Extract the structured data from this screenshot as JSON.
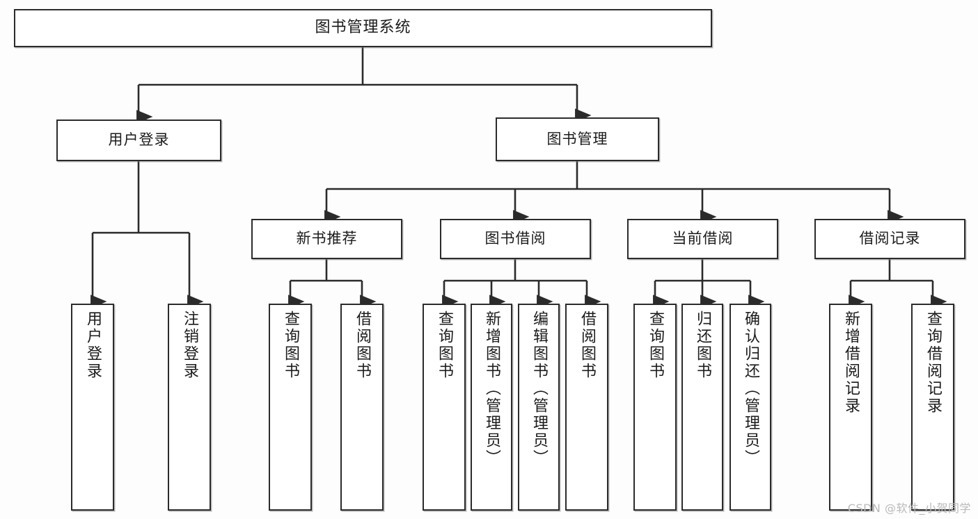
{
  "diagram": {
    "title": "图书管理系统",
    "type": "tree",
    "watermark": "CSDN @软件_小贺同学",
    "colors": {
      "stroke": "#2b2b2b",
      "node_fill": "#ffffff",
      "text": "#1b1b1b",
      "background": "#fdfdfd",
      "watermark": "#b9b9b9"
    },
    "levels": {
      "root": {
        "label": "图书管理系统"
      },
      "level2": [
        {
          "id": "user-login",
          "label": "用户登录"
        },
        {
          "id": "book-manage",
          "label": "图书管理"
        }
      ],
      "level3": [
        {
          "id": "new-book-recommend",
          "label": "新书推荐",
          "parent": "book-manage"
        },
        {
          "id": "book-borrow",
          "label": "图书借阅",
          "parent": "book-manage"
        },
        {
          "id": "current-borrow",
          "label": "当前借阅",
          "parent": "book-manage"
        },
        {
          "id": "borrow-record",
          "label": "借阅记录",
          "parent": "book-manage"
        }
      ],
      "leaves": [
        {
          "id": "leaf-user-login",
          "label": "用户登录",
          "parent": "user-login"
        },
        {
          "id": "leaf-logout-login",
          "label": "注销登录",
          "parent": "user-login"
        },
        {
          "id": "leaf-query-book-1",
          "label": "查询图书",
          "parent": "new-book-recommend"
        },
        {
          "id": "leaf-borrow-book-1",
          "label": "借阅图书",
          "parent": "new-book-recommend"
        },
        {
          "id": "leaf-query-book-2",
          "label": "查询图书",
          "parent": "book-borrow"
        },
        {
          "id": "leaf-add-book",
          "label": "新增图书（管理员）",
          "parent": "book-borrow"
        },
        {
          "id": "leaf-edit-book",
          "label": "编辑图书（管理员）",
          "parent": "book-borrow"
        },
        {
          "id": "leaf-borrow-book-2",
          "label": "借阅图书",
          "parent": "book-borrow"
        },
        {
          "id": "leaf-query-book-3",
          "label": "查询图书",
          "parent": "current-borrow"
        },
        {
          "id": "leaf-return-book",
          "label": "归还图书",
          "parent": "current-borrow"
        },
        {
          "id": "leaf-confirm-return",
          "label": "确认归还（管理员）",
          "parent": "current-borrow"
        },
        {
          "id": "leaf-add-record",
          "label": "新增借阅记录",
          "parent": "borrow-record"
        },
        {
          "id": "leaf-query-record",
          "label": "查询借阅记录",
          "parent": "borrow-record"
        }
      ]
    }
  }
}
